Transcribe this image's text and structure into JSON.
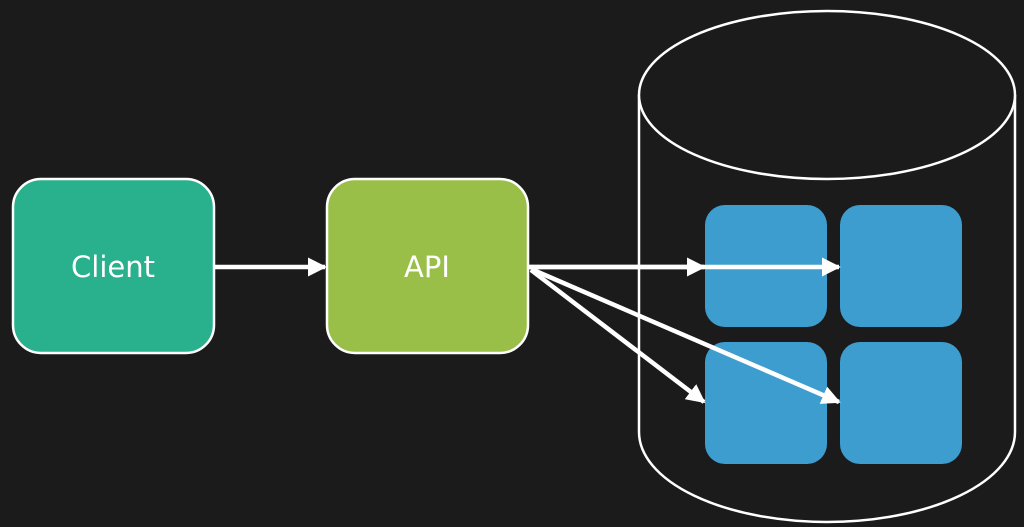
{
  "diagram": {
    "background_color": "#1b1b1b",
    "stroke_color": "#ffffff",
    "nodes": [
      {
        "id": "client",
        "label": "Client",
        "fill": "#29b08c",
        "shape": "rounded-rect"
      },
      {
        "id": "api",
        "label": "API",
        "fill": "#99bf48",
        "shape": "rounded-rect"
      }
    ],
    "database": {
      "id": "database",
      "label": "",
      "shape": "cylinder",
      "partitions": [
        {
          "id": "partition-1",
          "label": "",
          "fill": "#3d9dcf"
        },
        {
          "id": "partition-2",
          "label": "",
          "fill": "#3d9dcf"
        },
        {
          "id": "partition-3",
          "label": "",
          "fill": "#3d9dcf"
        },
        {
          "id": "partition-4",
          "label": "",
          "fill": "#3d9dcf"
        }
      ]
    },
    "edges": [
      {
        "from": "client",
        "to": "api"
      },
      {
        "from": "api",
        "to": "partition-1"
      },
      {
        "from": "api",
        "to": "partition-2"
      },
      {
        "from": "api",
        "to": "partition-3"
      },
      {
        "from": "api",
        "to": "partition-4"
      }
    ]
  }
}
